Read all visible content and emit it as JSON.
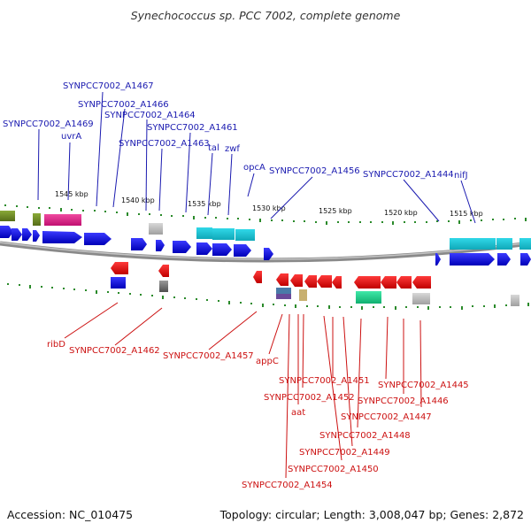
{
  "title": "Synechococcus sp. PCC 7002, complete genome",
  "footer": {
    "accession": "Accession: NC_010475",
    "summary": "Topology: circular; Length: 3,008,047 bp; Genes: 2,872"
  },
  "scale_labels": [
    "1545 kbp",
    "1540 kbp",
    "1535 kbp",
    "1530 kbp",
    "1525 kbp",
    "1520 kbp",
    "1515 kbp"
  ],
  "forward_genes": [
    "SYNPCC7002_A1467",
    "SYNPCC7002_A1466",
    "SYNPCC7002_A1464",
    "SYNPCC7002_A1469",
    "uvrA",
    "SYNPCC7002_A1461",
    "SYNPCC7002_A1463",
    "tal",
    "zwf",
    "opcA",
    "SYNPCC7002_A1456",
    "SYNPCC7002_A1444",
    "nifJ"
  ],
  "reverse_genes": [
    "ribD",
    "SYNPCC7002_A1462",
    "SYNPCC7002_A1457",
    "appC",
    "SYNPCC7002_A1451",
    "SYNPCC7002_A1445",
    "SYNPCC7002_A1452",
    "SYNPCC7002_A1446",
    "aat",
    "SYNPCC7002_A1447",
    "SYNPCC7002_A1448",
    "SYNPCC7002_A1449",
    "SYNPCC7002_A1450",
    "SYNPCC7002_A1454"
  ],
  "colors": {
    "forward": "#1a1ab0",
    "reverse": "#cc1111",
    "tick": "#2a8a2a",
    "backbone": "#8a8a8a",
    "rna_pink": "#e0208a",
    "rna_cyan": "#20c0d0",
    "rna_green": "#20d090",
    "olive": "#6b8e23"
  }
}
